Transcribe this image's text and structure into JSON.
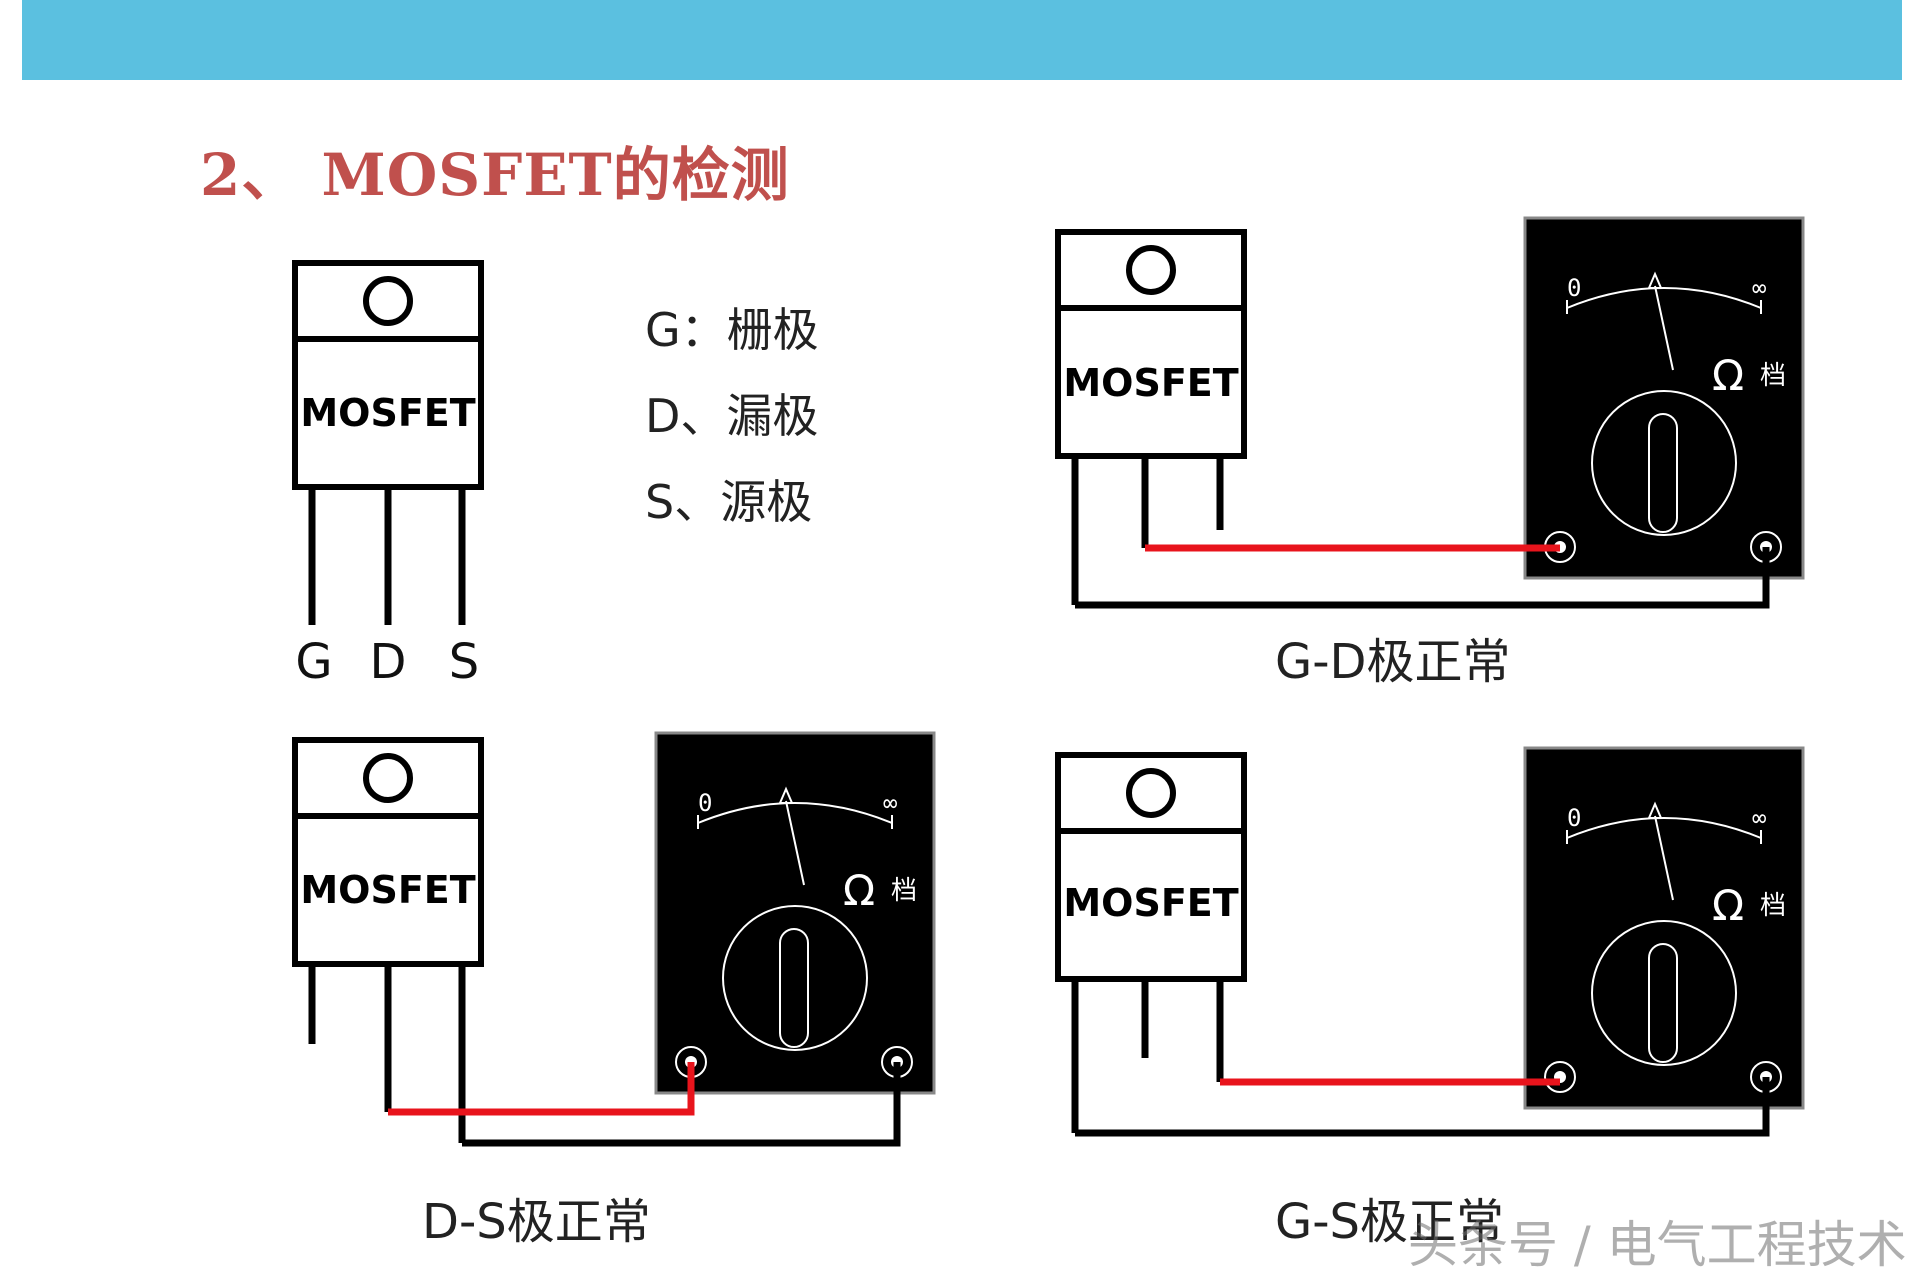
{
  "title": "2、 MOSFET的检测",
  "chip_label": "MOSFET",
  "legend": [
    {
      "text": "G：栅极"
    },
    {
      "text": "D、漏极"
    },
    {
      "text": "S、源极"
    }
  ],
  "pins": [
    "G",
    "D",
    "S"
  ],
  "meter": {
    "scale_zero": "0",
    "scale_inf": "∞",
    "mode_symbol": "Ω",
    "mode_text": "档"
  },
  "captions": {
    "gd": "G-D极正常",
    "ds": "D-S极正常",
    "gs": "G-S极正常"
  },
  "watermark": "头条号 / 电气工程技术",
  "colors": {
    "banner": "#5bc0e0",
    "title": "#c0504d",
    "probe_red": "#e8141c",
    "probe_black": "#000000"
  }
}
